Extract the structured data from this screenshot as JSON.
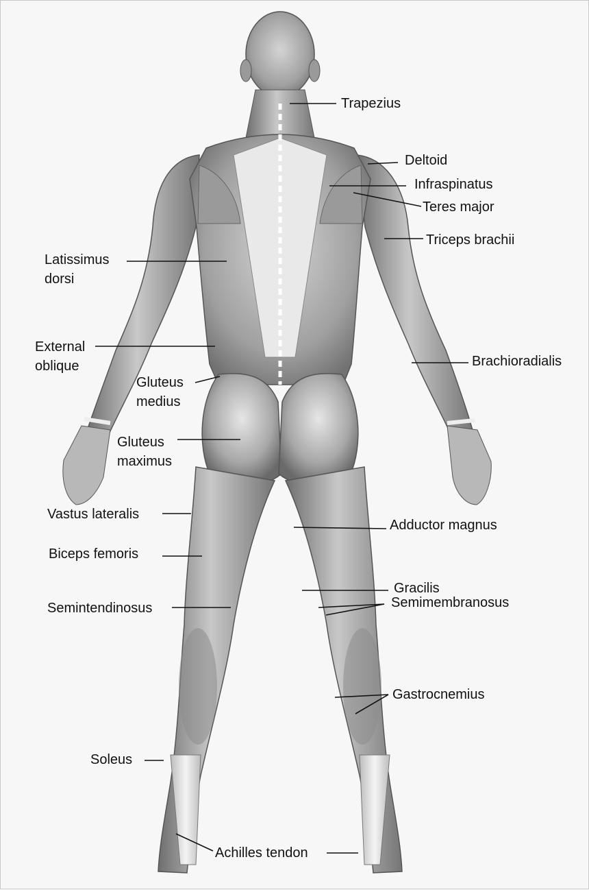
{
  "figure": {
    "colors": {
      "background": "#f7f7f7",
      "muscle_dark": "#6f6f6f",
      "muscle_mid": "#a9a9a9",
      "tendon": "#f2f2f2",
      "leader": "#111111"
    }
  },
  "labels": {
    "trapezius": "Trapezius",
    "deltoid": "Deltoid",
    "infraspinatus": "Infraspinatus",
    "teres_major": "Teres major",
    "triceps_brachii": "Triceps brachii",
    "latissimus_dorsi": [
      "Latissimus",
      "dorsi"
    ],
    "external_oblique": [
      "External",
      "oblique"
    ],
    "brachioradialis": "Brachioradialis",
    "gluteus_medius": [
      "Gluteus",
      "medius"
    ],
    "gluteus_maximus": [
      "Gluteus",
      "maximus"
    ],
    "vastus_lateralis": "Vastus lateralis",
    "adductor_magnus": "Adductor magnus",
    "biceps_femoris": "Biceps femoris",
    "gracilis": "Gracilis",
    "semitendinosus": "Semintendinosus",
    "semimembranosus": "Semimembranosus",
    "gastrocnemius": "Gastrocnemius",
    "soleus": "Soleus",
    "achilles_tendon": "Achilles tendon"
  }
}
